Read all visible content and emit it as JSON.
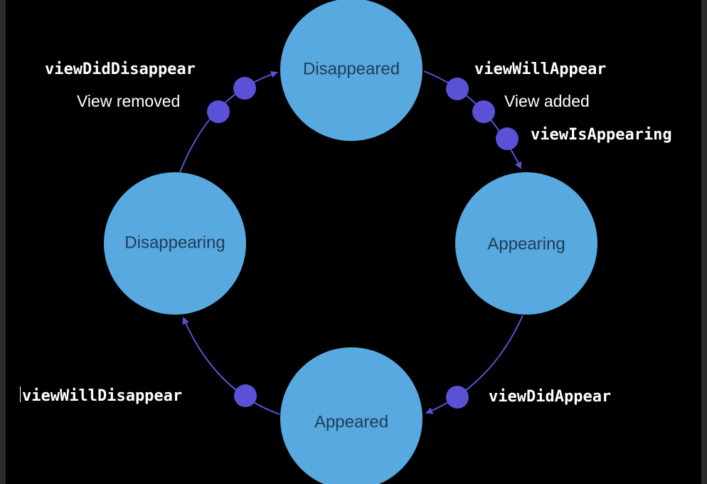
{
  "colors": {
    "background": "#000000",
    "state_fill": "#58a9e0",
    "state_text": "#1e3d57",
    "transition_color": "#5a51d6",
    "label_text": "#ffffff"
  },
  "states": {
    "disappeared": "Disappeared",
    "appearing": "Appearing",
    "appeared": "Appeared",
    "disappearing": "Disappearing"
  },
  "methods": {
    "view_will_appear": "viewWillAppear",
    "view_is_appearing": "viewIsAppearing",
    "view_did_appear": "viewDidAppear",
    "view_will_disappear": "viewWillDisappear",
    "view_did_disappear": "viewDidDisappear"
  },
  "notes": {
    "view_added": "View added",
    "view_removed": "View removed"
  }
}
